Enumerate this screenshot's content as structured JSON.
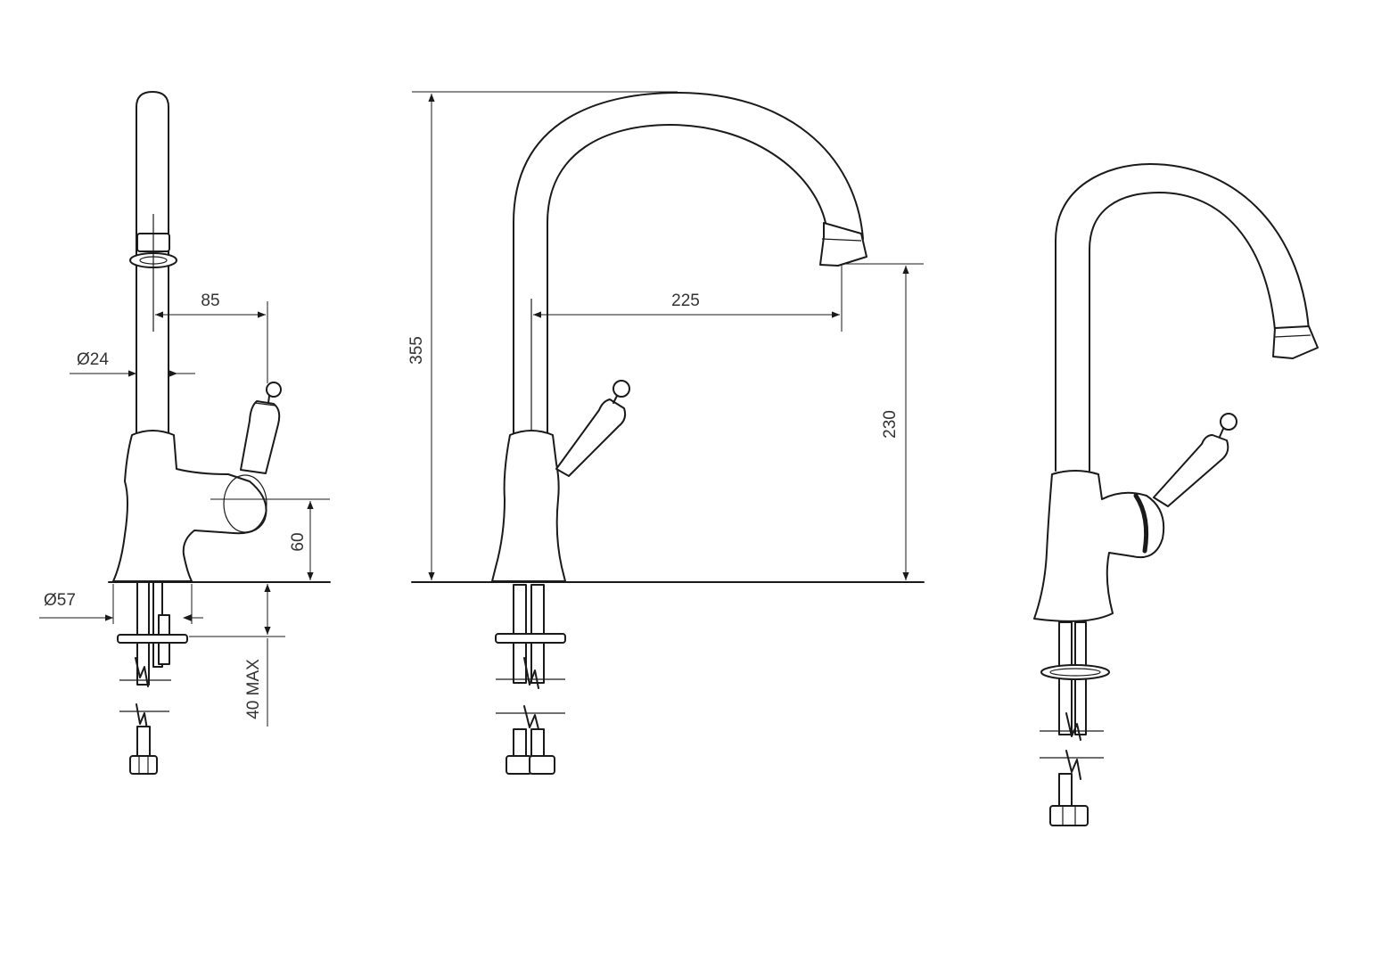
{
  "drawing": {
    "side_view": {
      "spout_reach": "85",
      "spout_diameter": "Ø24",
      "body_diameter": "Ø57",
      "handle_height": "60",
      "max_deck_thickness": "40 MAX"
    },
    "front_view": {
      "total_height": "355",
      "spout_projection": "225",
      "outlet_height": "230"
    }
  },
  "colors": {
    "line": "#1a1a1a",
    "text": "#333333",
    "background": "#ffffff"
  }
}
